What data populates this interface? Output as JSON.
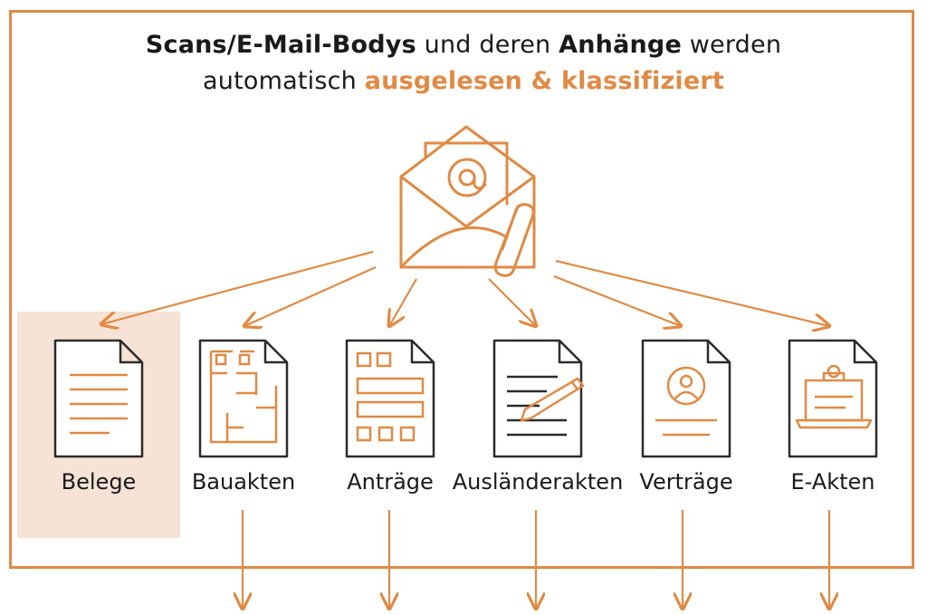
{
  "title": {
    "line1_bold_a": "Scans/E-Mail-Bodys",
    "line1_mid": " und deren ",
    "line1_bold_b": "Anhänge",
    "line1_end": " werden",
    "line2_plain": "automatisch ",
    "line2_accent": "ausgelesen & klassifiziert"
  },
  "categories": [
    {
      "label": "Belege",
      "icon": "text-document-icon",
      "selected": true
    },
    {
      "label": "Bauakten",
      "icon": "floorplan-document-icon",
      "selected": false
    },
    {
      "label": "Anträge",
      "icon": "form-document-icon",
      "selected": false
    },
    {
      "label": "Ausländerakten",
      "icon": "signed-document-icon",
      "selected": false
    },
    {
      "label": "Verträge",
      "icon": "contract-document-icon",
      "selected": false
    },
    {
      "label": "E-Akten",
      "icon": "laptop-document-icon",
      "selected": false
    }
  ],
  "source_icon": "open-envelope-at-paperclip-icon",
  "colors": {
    "accent": "#e08a44",
    "highlight": "#f6e3d5",
    "dark": "#2b2b2b"
  }
}
